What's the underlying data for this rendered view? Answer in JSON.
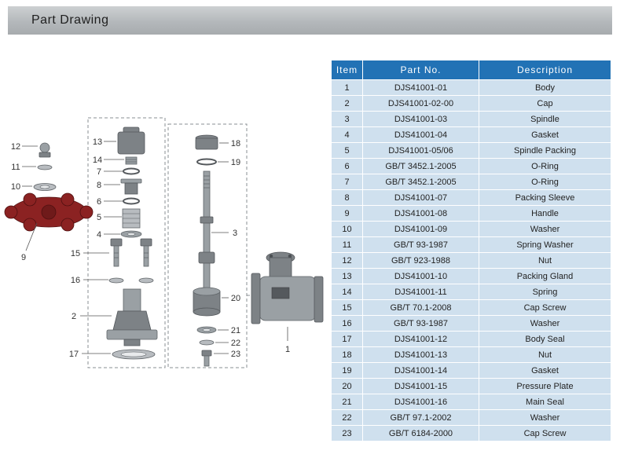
{
  "header": {
    "title": "Part Drawing"
  },
  "table": {
    "columns": [
      "Item",
      "Part No.",
      "Description"
    ],
    "rows": [
      {
        "item": "1",
        "part_no": "DJS41001-01",
        "description": "Body"
      },
      {
        "item": "2",
        "part_no": "DJS41001-02-00",
        "description": "Cap"
      },
      {
        "item": "3",
        "part_no": "DJS41001-03",
        "description": "Spindle"
      },
      {
        "item": "4",
        "part_no": "DJS41001-04",
        "description": "Gasket"
      },
      {
        "item": "5",
        "part_no": "DJS41001-05/06",
        "description": "Spindle Packing"
      },
      {
        "item": "6",
        "part_no": "GB/T 3452.1-2005",
        "description": "O-Ring"
      },
      {
        "item": "7",
        "part_no": "GB/T 3452.1-2005",
        "description": "O-Ring"
      },
      {
        "item": "8",
        "part_no": "DJS41001-07",
        "description": "Packing Sleeve"
      },
      {
        "item": "9",
        "part_no": "DJS41001-08",
        "description": "Handle"
      },
      {
        "item": "10",
        "part_no": "DJS41001-09",
        "description": "Washer"
      },
      {
        "item": "11",
        "part_no": "GB/T 93-1987",
        "description": "Spring Washer"
      },
      {
        "item": "12",
        "part_no": "GB/T 923-1988",
        "description": "Nut"
      },
      {
        "item": "13",
        "part_no": "DJS41001-10",
        "description": "Packing Gland"
      },
      {
        "item": "14",
        "part_no": "DJS41001-11",
        "description": "Spring"
      },
      {
        "item": "15",
        "part_no": "GB/T 70.1-2008",
        "description": "Cap Screw"
      },
      {
        "item": "16",
        "part_no": "GB/T 93-1987",
        "description": "Washer"
      },
      {
        "item": "17",
        "part_no": "DJS41001-12",
        "description": "Body Seal"
      },
      {
        "item": "18",
        "part_no": "DJS41001-13",
        "description": "Nut"
      },
      {
        "item": "19",
        "part_no": "DJS41001-14",
        "description": "Gasket"
      },
      {
        "item": "20",
        "part_no": "DJS41001-15",
        "description": "Pressure Plate"
      },
      {
        "item": "21",
        "part_no": "DJS41001-16",
        "description": "Main Seal"
      },
      {
        "item": "22",
        "part_no": "GB/T 97.1-2002",
        "description": "Washer"
      },
      {
        "item": "23",
        "part_no": "GB/T 6184-2000",
        "description": "Cap Screw"
      }
    ]
  },
  "drawing": {
    "callouts": [
      "12",
      "11",
      "10",
      "9",
      "13",
      "14",
      "7",
      "8",
      "6",
      "5",
      "4",
      "15",
      "16",
      "2",
      "17",
      "18",
      "19",
      "3",
      "20",
      "21",
      "22",
      "23",
      "1"
    ]
  },
  "colors": {
    "table_header_bg": "#2272b5",
    "table_row_bg": "#cfe0ee",
    "handwheel_red": "#8b2222",
    "titlebar_gray": "#b4b8bb"
  }
}
